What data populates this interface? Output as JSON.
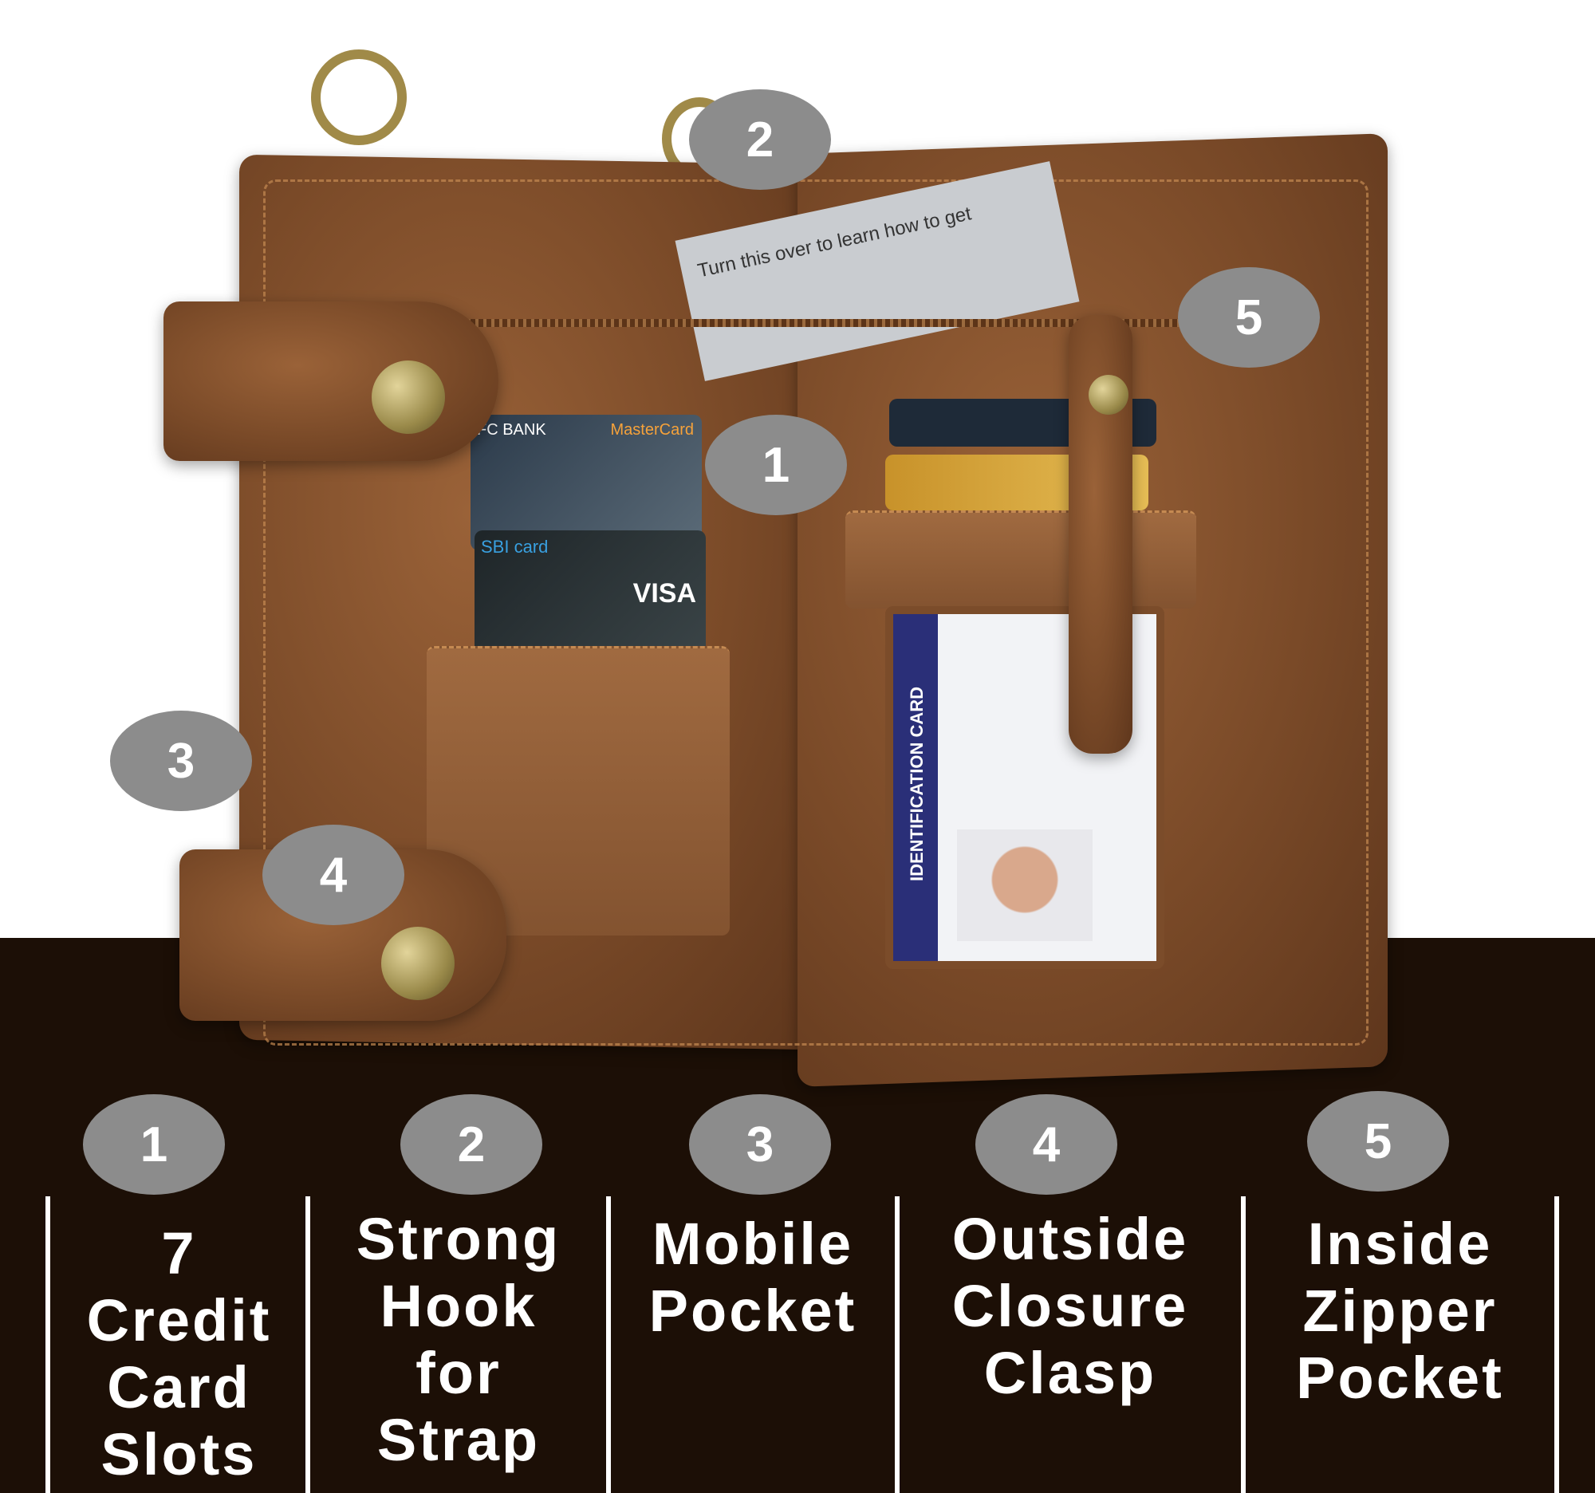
{
  "photo_callouts": [
    "2",
    "5",
    "1",
    "3",
    "4"
  ],
  "features": [
    {
      "number": "1",
      "lines": [
        "7",
        "Credit",
        "Card",
        "Slots"
      ]
    },
    {
      "number": "2",
      "lines": [
        "Strong",
        "Hook",
        "for",
        "Strap"
      ]
    },
    {
      "number": "3",
      "lines": [
        "Mobile",
        "Pocket"
      ]
    },
    {
      "number": "4",
      "lines": [
        "Outside",
        "Closure",
        "Clasp"
      ]
    },
    {
      "number": "5",
      "lines": [
        "Inside",
        "Zipper",
        "Pocket"
      ]
    }
  ],
  "photo_text": {
    "paper": "Turn this over to learn how to get",
    "card1_bank": "FC BANK",
    "card1_brand": "MasterCard",
    "card2_bank": "SBI card",
    "card2_brand": "VISA",
    "id_card": "IDENTIFICATION CARD"
  },
  "colors": {
    "band": "#1c0f06",
    "badge": "#8c8c8c",
    "leather": "#8a5a35"
  }
}
